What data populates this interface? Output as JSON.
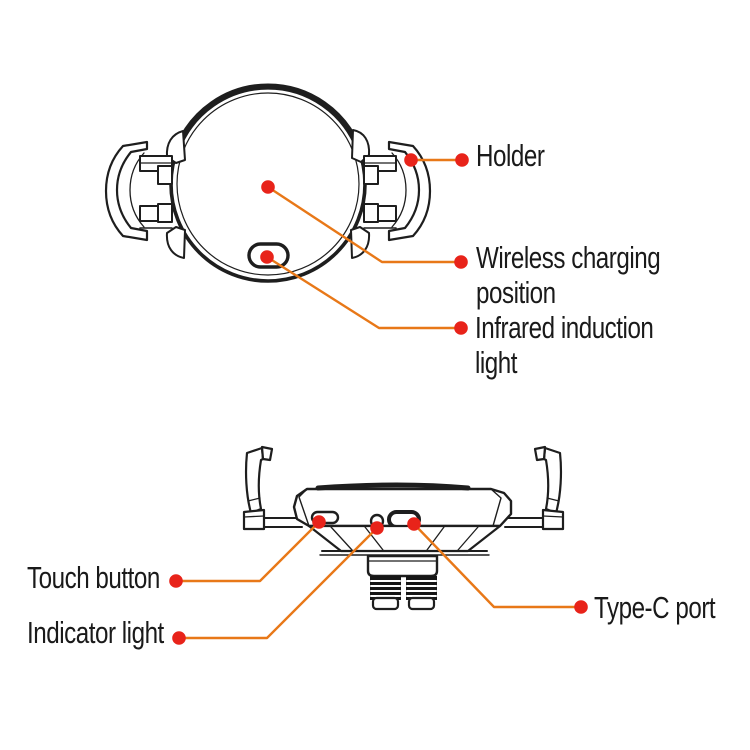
{
  "labels": {
    "holder": "Holder",
    "wireless_charging_position": "Wireless charging position",
    "infrared_induction_light": "Infrared induction light",
    "touch_button": "Touch button",
    "indicator_light": "Indicator light",
    "type_c_port": "Type-C port"
  },
  "colors": {
    "background": "#ffffff",
    "line_art": "#1e1e1e",
    "leader_line": "#e87818",
    "callout_dot": "#e8231a",
    "text": "#1a1a1a"
  },
  "views": {
    "top": "front-view",
    "bottom": "bottom-view"
  }
}
